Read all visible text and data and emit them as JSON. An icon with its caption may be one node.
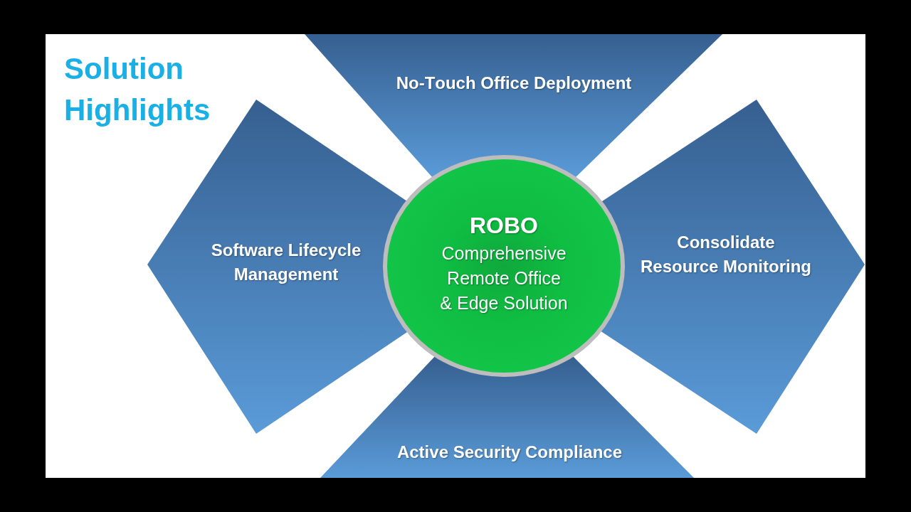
{
  "diagram": {
    "title": "Solution Highlights",
    "nodes": [
      {
        "text": [
          "No-Touch Office Deployment"
        ]
      },
      {
        "text": [
          "Software Lifecycle Management"
        ]
      },
      {
        "text": [
          "ROBO",
          "Comprehensive Remote Office & Edge Solution"
        ]
      },
      {
        "text": [
          "Consolidate Resource Monitoring"
        ]
      },
      {
        "text": [
          "Active Security Compliance"
        ]
      }
    ]
  }
}
